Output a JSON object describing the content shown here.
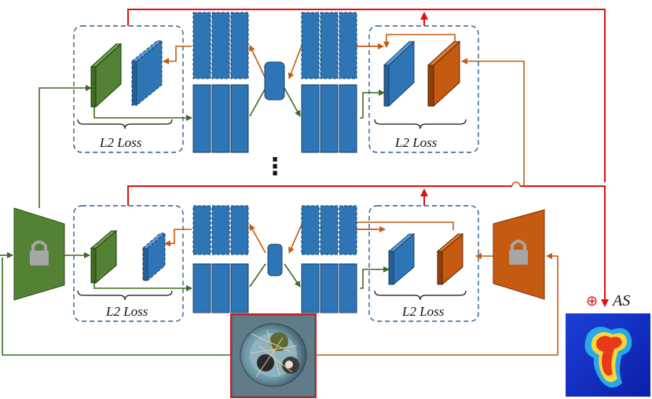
{
  "labels": {
    "loss_top_left": "L2 Loss",
    "loss_top_right": "L2 Loss",
    "loss_bottom_left": "L2 Loss",
    "loss_bottom_right": "L2 Loss",
    "anomaly_score": "AS",
    "oplus_symbol": "⊕",
    "ellipsis": "⋮"
  },
  "colors": {
    "teacher_green": "#548235",
    "student_blue": "#2e75b6",
    "decoder_orange": "#c55a11",
    "output_red": "#e01010",
    "dashed_border": "#2f5d8a"
  },
  "icons": {
    "encoder_left": "lock-icon",
    "encoder_right": "lock-icon"
  }
}
